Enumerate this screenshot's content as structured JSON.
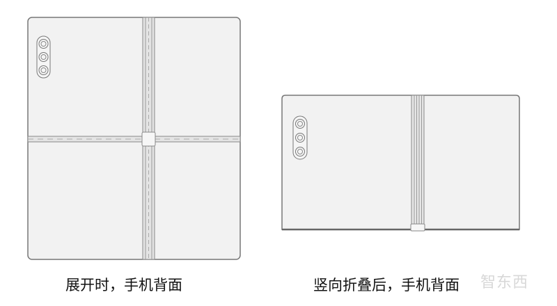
{
  "figures": [
    {
      "caption": "展开时，手机背面"
    },
    {
      "caption": "竖向折叠后，手机背面"
    }
  ],
  "watermark": "智东西",
  "colors": {
    "body_fill": "#f2f2f2",
    "outline": "#777777",
    "hinge": "#bdbdbd"
  }
}
